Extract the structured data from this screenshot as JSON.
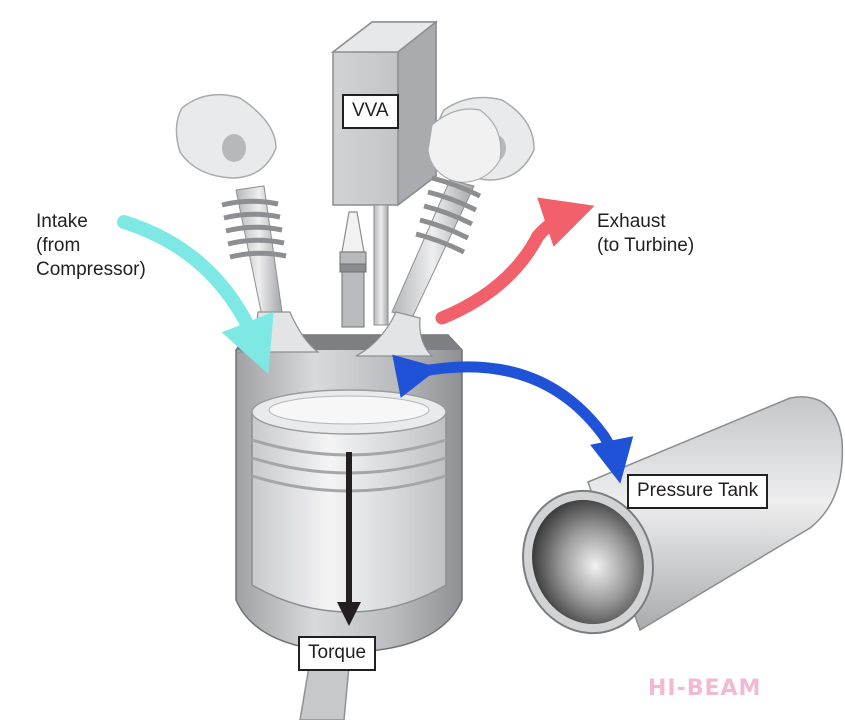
{
  "labels": {
    "vva": "VVA",
    "intake": "Intake\n(from\nCompressor)",
    "exhaust": "Exhaust\n(to Turbine)",
    "pressure_tank": "Pressure Tank",
    "torque": "Torque"
  },
  "watermark": "HI-BEAM",
  "colors": {
    "intake_arrow": "#7ee8e4",
    "exhaust_arrow": "#f2606c",
    "tank_arrow": "#1f52d6",
    "torque_arrow": "#231f20",
    "metal_light": "#e6e7e8",
    "metal_dark": "#a8aaad",
    "label_text": "#231f20",
    "watermark": "#f3b8d3"
  },
  "icons": [
    "intake-valve-icon",
    "exhaust-valve-icon",
    "spark-plug-icon",
    "piston-icon",
    "pressure-tank-icon",
    "vva-actuator-icon"
  ]
}
